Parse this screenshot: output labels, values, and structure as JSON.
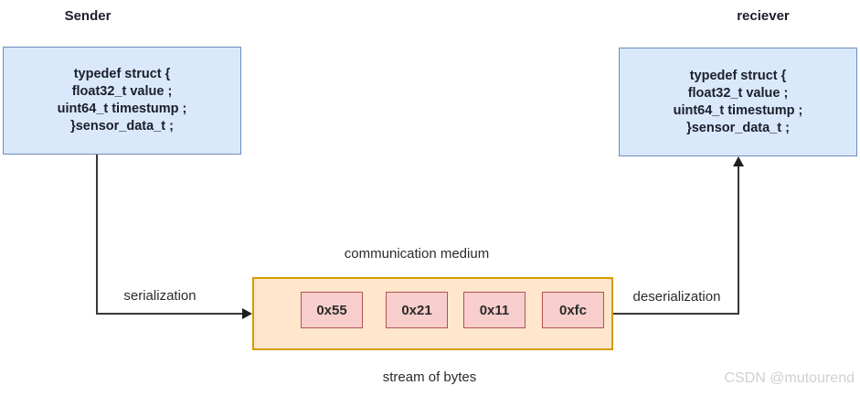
{
  "sender": {
    "label": "Sender",
    "struct_box": {
      "lines": [
        "typedef struct {",
        "float32_t value ;",
        "uint64_t timestump ;",
        "}sensor_data_t ;"
      ]
    },
    "arrow_label": "serialization"
  },
  "receiver": {
    "label": "reciever",
    "struct_box": {
      "lines": [
        "typedef struct {",
        "float32_t value ;",
        "uint64_t timestump ;",
        "}sensor_data_t ;"
      ]
    },
    "arrow_label": "deserialization"
  },
  "medium": {
    "title": "communication medium",
    "caption": "stream of bytes",
    "bytes": [
      "0x55",
      "0x21",
      "0x11",
      "0xfc"
    ]
  },
  "watermark": "CSDN @mutourend",
  "colors": {
    "struct_box_fill": "#dae8fc",
    "struct_box_border": "#6c8ebf",
    "medium_fill": "#ffe6cc",
    "medium_border": "#d79b00",
    "byte_box_fill": "#f8cecc",
    "byte_box_border": "#b05450",
    "arrow_line": "#383838",
    "watermark_text": "#d0d0d0"
  }
}
